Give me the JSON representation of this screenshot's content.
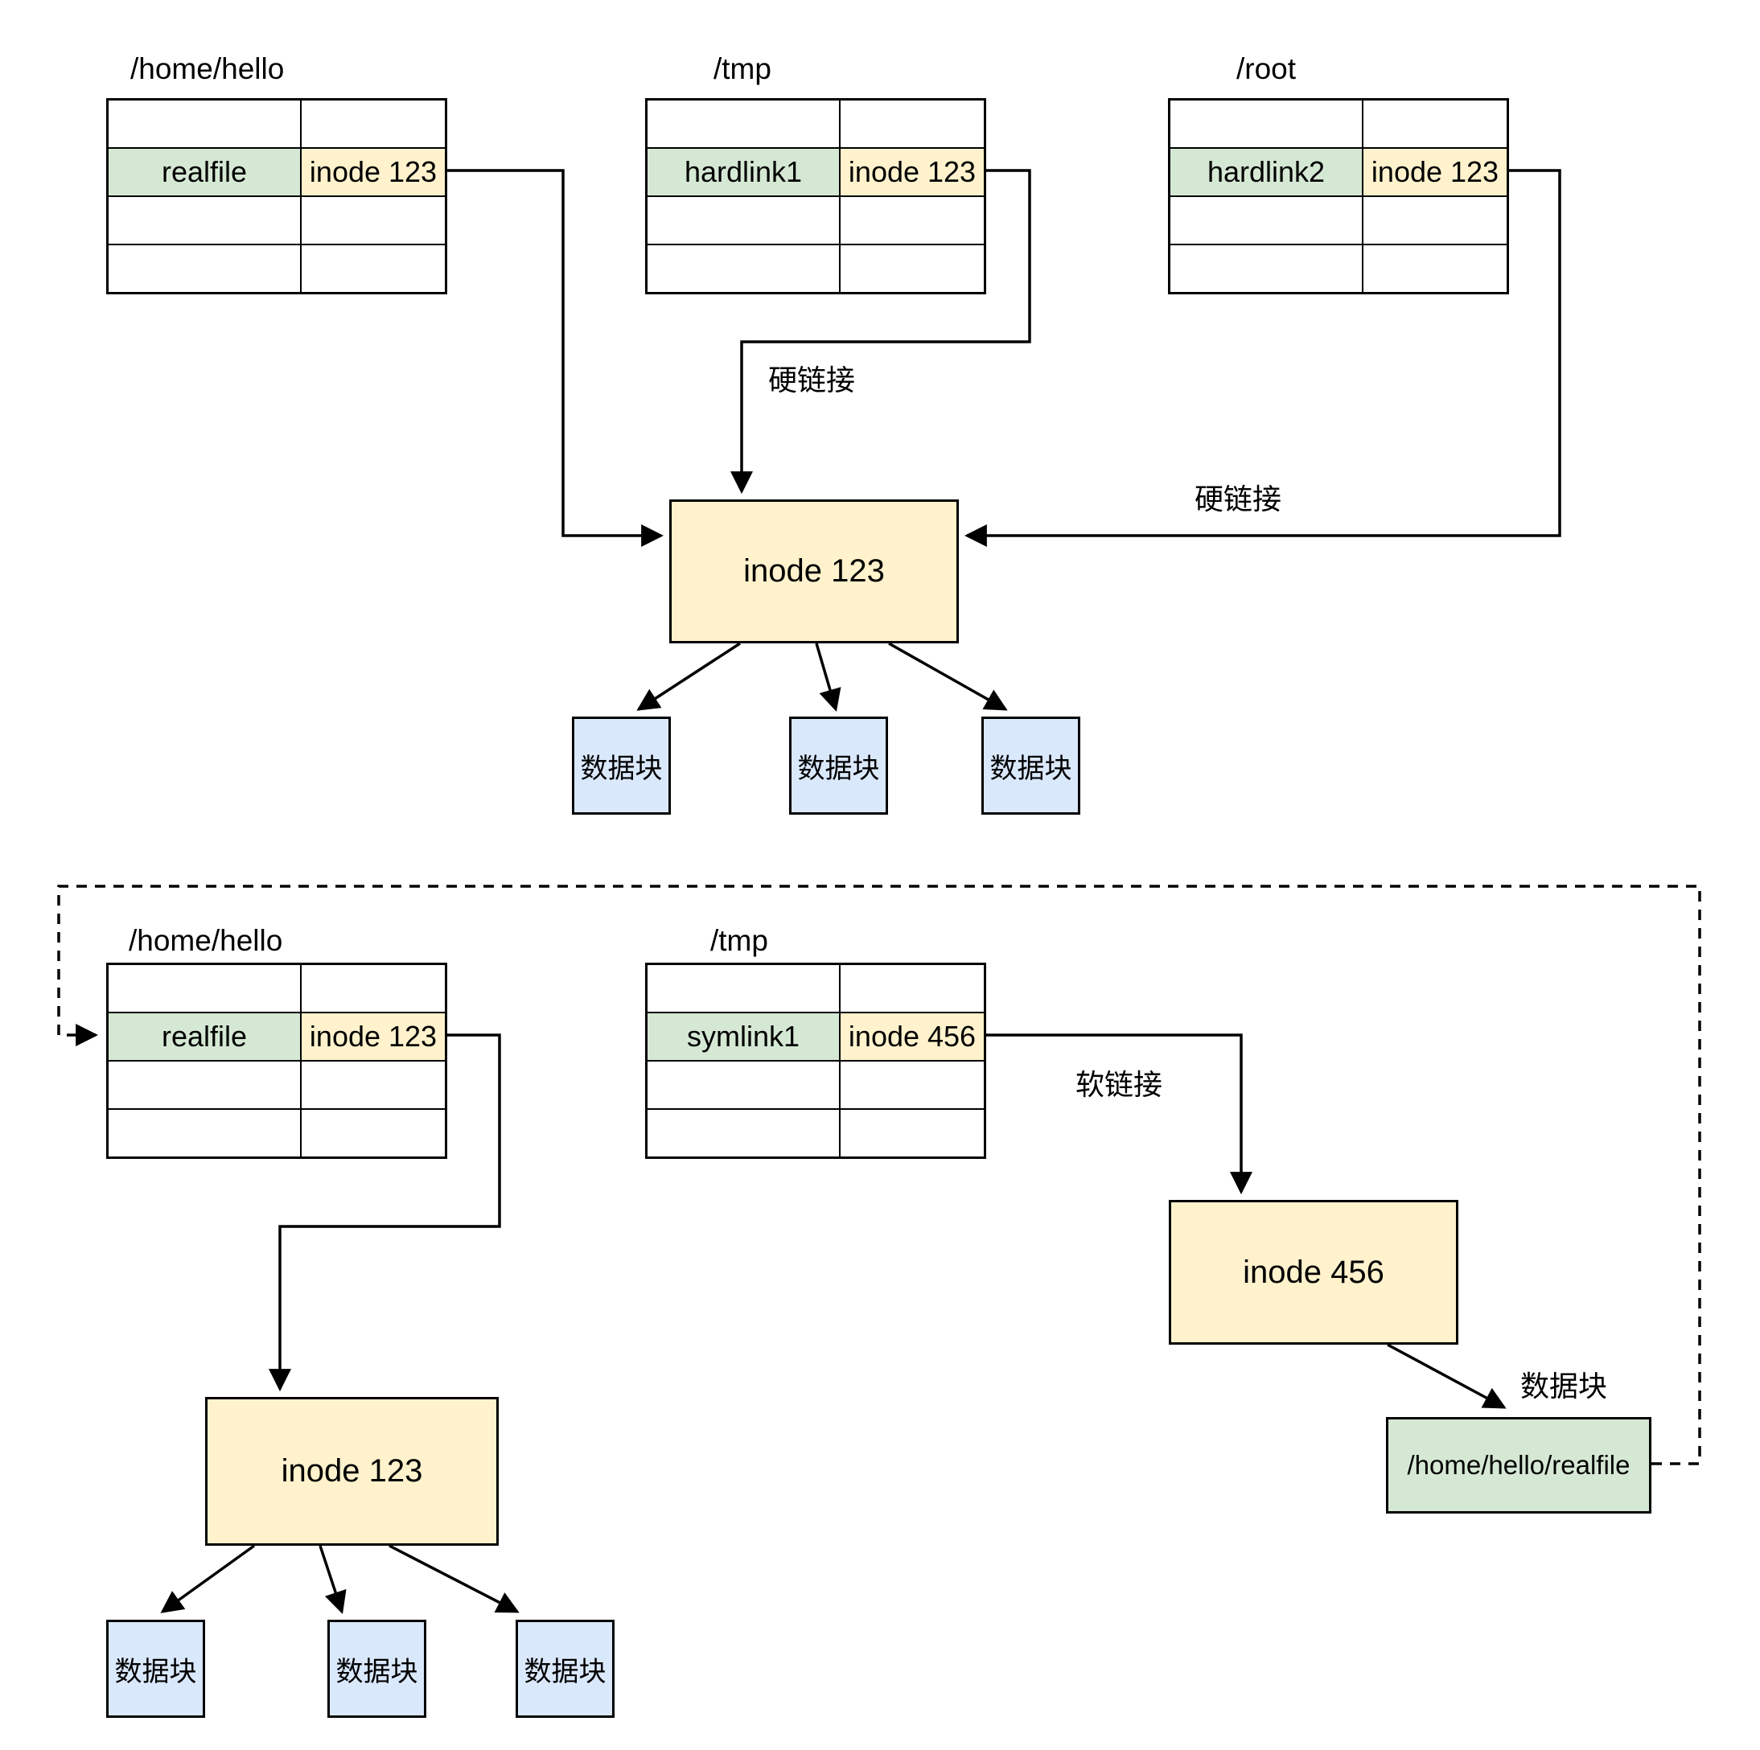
{
  "colors": {
    "background": "#ffffff",
    "line": "#000000",
    "green_fill": "#d5e8d4",
    "yellow_fill": "#fff2cc",
    "blue_fill": "#dae8fc"
  },
  "top": {
    "tables": [
      {
        "title": "/home/hello",
        "row": {
          "name": "realfile",
          "inode": "inode 123"
        }
      },
      {
        "title": "/tmp",
        "row": {
          "name": "hardlink1",
          "inode": "inode 123"
        }
      },
      {
        "title": "/root",
        "row": {
          "name": "hardlink2",
          "inode": "inode 123"
        }
      }
    ],
    "inode_box": "inode 123",
    "hardlink_label_1": "硬链接",
    "hardlink_label_2": "硬链接",
    "data_blocks": [
      "数据块",
      "数据块",
      "数据块"
    ]
  },
  "bottom": {
    "tables": [
      {
        "title": "/home/hello",
        "row": {
          "name": "realfile",
          "inode": "inode 123"
        }
      },
      {
        "title": "/tmp",
        "row": {
          "name": "symlink1",
          "inode": "inode 456"
        }
      }
    ],
    "inode_box": "inode 123",
    "inode456_box": "inode 456",
    "softlink_label": "软链接",
    "datablock_label": "数据块",
    "realfile_box": "/home/hello/realfile",
    "data_blocks": [
      "数据块",
      "数据块",
      "数据块"
    ]
  }
}
